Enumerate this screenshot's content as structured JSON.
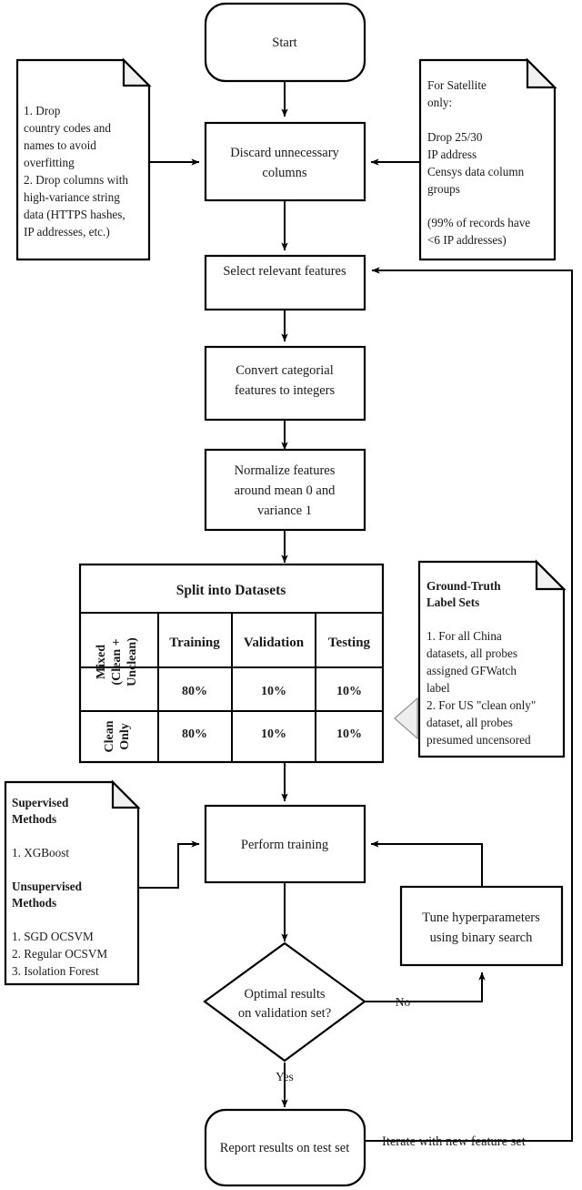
{
  "diagram": {
    "title": "Machine learning censorship-detection pipeline flowchart",
    "nodes": {
      "start": "Start",
      "discard": [
        "Discard unnecessary",
        "columns"
      ],
      "select": [
        "Select relevant features"
      ],
      "convert": [
        "Convert categorial",
        "features to integers"
      ],
      "normalize": [
        "Normalize features",
        "around mean 0 and",
        "variance 1"
      ],
      "training": [
        "Perform training"
      ],
      "tune": [
        "Tune hyperparameters",
        "using binary search"
      ],
      "decision": [
        "Optimal results",
        "on validation set?"
      ],
      "report": [
        "Report results on test set"
      ]
    },
    "edge_labels": {
      "no": "No",
      "yes": "Yes",
      "iterate": "Iterate with new feature set"
    },
    "notes": {
      "drop_columns": {
        "lines": [
          "1. Drop",
          "country codes and",
          "names to avoid",
          "overfitting",
          "2. Drop columns with",
          "high-variance string",
          "data (HTTPS hashes,",
          "IP addresses, etc.)"
        ]
      },
      "satellite": {
        "lines": [
          "For Satellite",
          "only:",
          "",
          "Drop 25/30",
          "IP address",
          "Censys data column",
          "groups",
          "",
          "(99% of records have",
          "<6 IP addresses)"
        ]
      },
      "ground_truth": {
        "heading": [
          "Ground-Truth",
          "Label Sets"
        ],
        "lines": [
          "1. For all China",
          "datasets, all probes",
          "assigned GFWatch",
          "label",
          "2. For US \"clean only\"",
          "dataset, all probes",
          "presumed uncensored"
        ]
      },
      "methods": {
        "heading1": [
          "Supervised",
          "Methods"
        ],
        "lines1": [
          "1. XGBoost"
        ],
        "heading2": [
          "Unsupervised",
          "Methods"
        ],
        "lines2": [
          "1. SGD OCSVM",
          "2. Regular OCSVM",
          "3. Isolation Forest"
        ]
      }
    },
    "table": {
      "title": "Split into Datasets",
      "row_header_1": [
        "Mixed",
        "(Clean +",
        "Unclean)"
      ],
      "row_header_2": [
        "Clean",
        "Only"
      ],
      "columns": [
        "Training",
        "Validation",
        "Testing"
      ],
      "rows": [
        [
          "80%",
          "10%",
          "10%"
        ],
        [
          "80%",
          "10%",
          "10%"
        ]
      ]
    },
    "colors": {
      "stroke": "#000000",
      "fill": "#ffffff",
      "fold": "#f1f1f1",
      "hollow_arrow": "#eeeeee"
    }
  }
}
